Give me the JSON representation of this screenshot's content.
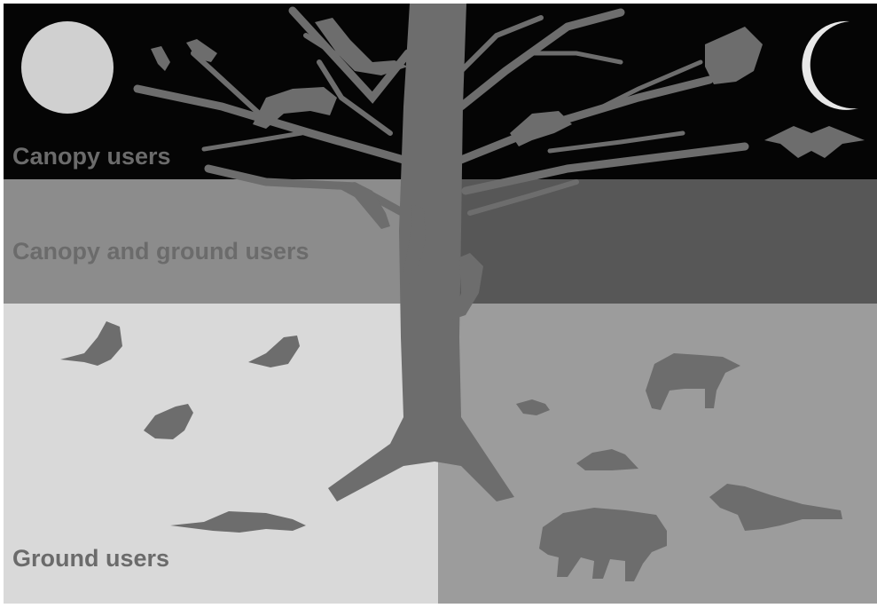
{
  "labels": {
    "canopy": "Canopy users",
    "canopy_and_ground": "Canopy and ground users",
    "ground": "Ground users"
  },
  "colors": {
    "night_sky": "#050505",
    "day_canopy_ground_band": "#8c8c8c",
    "night_canopy_ground_band": "#575757",
    "day_ground": "#d9d9d9",
    "night_ground": "#9c9c9c",
    "silhouette": "#6d6d6d",
    "moon": "#e8e8e8",
    "sun": "#d0d0d0",
    "label_text": "#6b6b6b"
  },
  "icons": [
    "sun-icon",
    "crescent-moon-icon",
    "tree-icon",
    "perched-bird-icon",
    "monkey-icon",
    "flying-squirrel-icon",
    "bat-icon",
    "hornbill-icon",
    "climbing-squirrel-icon",
    "pheasant-icon",
    "pigeon-icon",
    "quail-icon",
    "monitor-lizard-icon",
    "mouse-deer-icon",
    "rat-icon",
    "wild-boar-icon",
    "civet-icon"
  ]
}
